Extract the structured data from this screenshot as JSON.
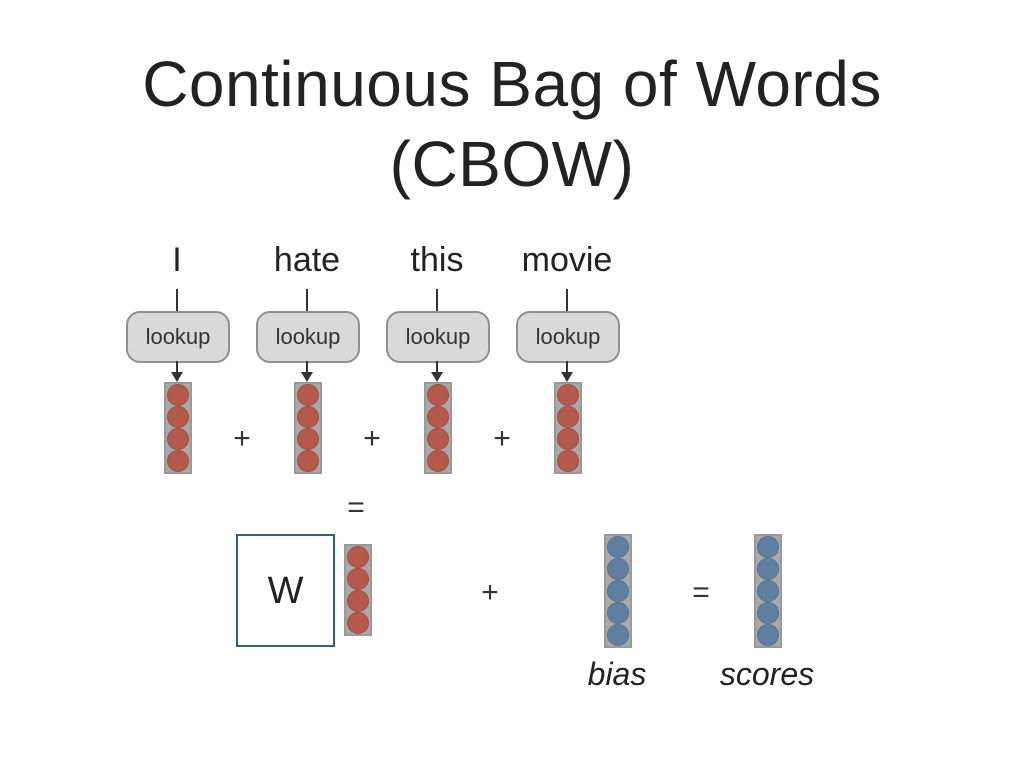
{
  "title_line1": "Continuous Bag of Words",
  "title_line2": "(CBOW)",
  "words": [
    "I",
    "hate",
    "this",
    "movie"
  ],
  "lookup_label": "lookup",
  "plus": "+",
  "equals": "=",
  "matrix_label": "W",
  "bias_label": "bias",
  "scores_label": "scores",
  "colors": {
    "embedding": "#b55a4a",
    "output": "#5e7f9f",
    "matrix_border": "#2f5d8e"
  }
}
